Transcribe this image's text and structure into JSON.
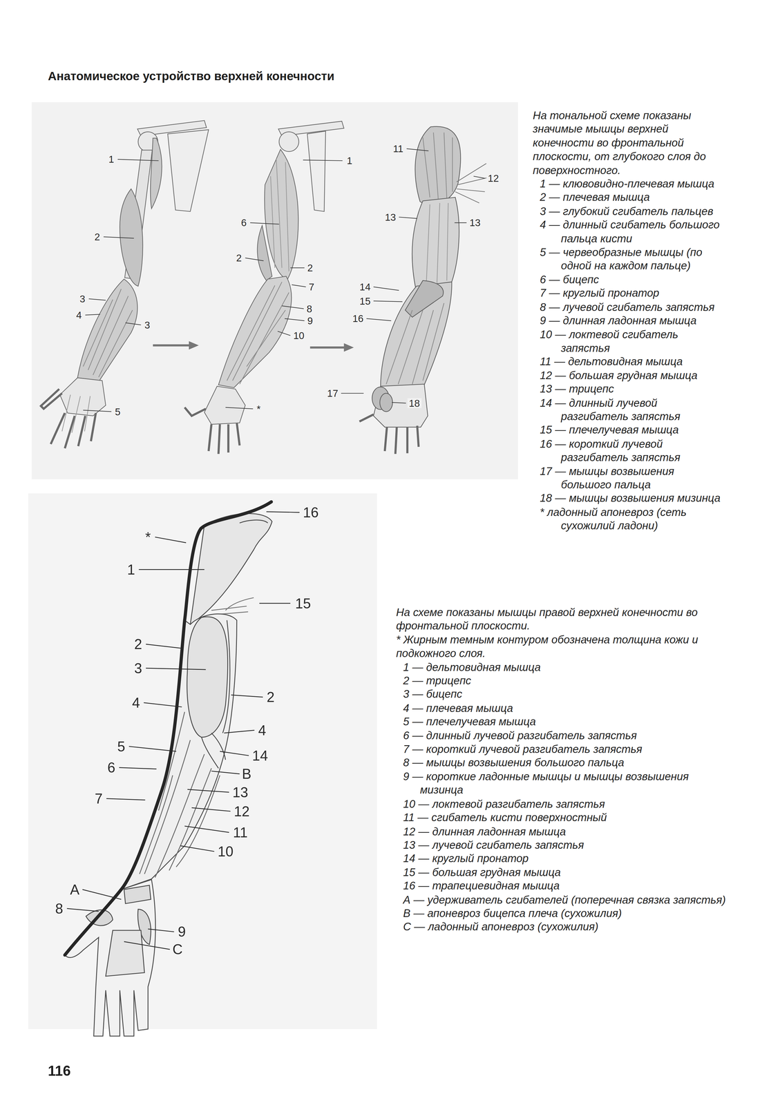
{
  "diagram": {
    "title": "Анатомическое устройство верхней конечности",
    "labels": [
      "1",
      "2",
      "3",
      "4",
      "3",
      "5",
      "1",
      "6",
      "2",
      "2",
      "7",
      "8",
      "9",
      "10",
      "*",
      "11",
      "12",
      "13",
      "13",
      "14",
      "15",
      "16",
      "17",
      "18",
      "На тональной схеме показаны значимые мышцы верхней конечности во фронтальной плоскости, от глубокого слоя до поверхностного.",
      "1 — клювовидно-плечевая мышца",
      "2 — плечевая мышца",
      "3 — глубокий сгибатель пальцев",
      "4 — длинный сгибатель большого пальца кисти",
      "5 — червеобразные мышцы (по одной на каждом пальце)",
      "6 — бицепс",
      "7 — круглый пронатор",
      "8 — лучевой сгибатель запястья",
      "9 — длинная ладонная мышца",
      "10 — локтевой сгибатель запястья",
      "11 — дельтовидная мышца",
      "12 — большая грудная мышца",
      "13 — трицепс",
      "14 — длинный лучевой разгибатель запястья",
      "15 — плечелучевая мышца",
      "16 — короткий лучевой разгибатель запястья",
      "17 — мышцы возвышения большого пальца",
      "18 — мышцы возвышения мизинца",
      "* ладонный апоневроз (сеть сухожилий ладони)",
      "16",
      "*",
      "1",
      "15",
      "2",
      "3",
      "4",
      "2",
      "4",
      "14",
      "5",
      "В",
      "6",
      "13",
      "7",
      "12",
      "11",
      "10",
      "А",
      "8",
      "9",
      "С",
      "На схеме показаны мышцы правой верхней конечности во фронтальной плоскости.",
      "* Жирным темным контуром обозначена толщина кожи и подкожного слоя.",
      "1 — дельтовидная мышца",
      "2 — трицепс",
      "3 — бицепс",
      "4 — плечевая мышца",
      "5 — плечелучевая мышца",
      "6 — длинный лучевой разгибатель запястья",
      "7 — короткий лучевой разгибатель запястья",
      "8 — мышцы возвышения большого пальца",
      "9 — короткие ладонные мышцы и мышцы возвышения мизинца",
      "10 — локтевой разгибатель запястья",
      "11 — сгибатель кисти поверхностный",
      "12 — длинная ладонная мышца",
      "13 — лучевой сгибатель запястья",
      "14 — круглый пронатор",
      "15 — большая грудная мышца",
      "16 — трапециевидная мышца",
      "А — удерживатель сгибателей (поперечная связка запястья)",
      "В — апоневроз бицепса плеча (сухожилия)",
      "С — ладонный апоневроз (сухожилия)",
      "116"
    ]
  }
}
